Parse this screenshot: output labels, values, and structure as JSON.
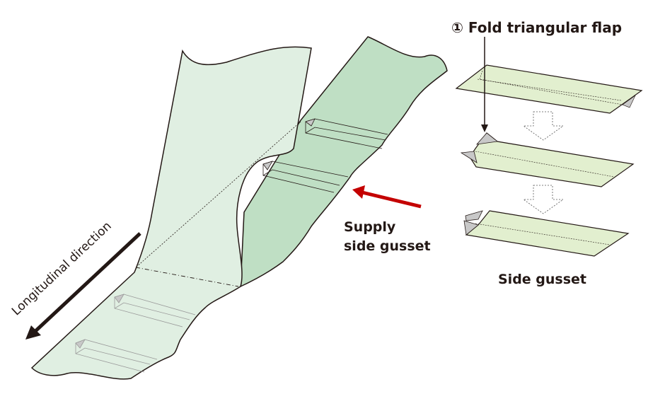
{
  "labels": {
    "fold_step": "① Fold triangular flap",
    "supply_line1": "Supply",
    "supply_line2": "side gusset",
    "side_gusset": "Side gusset",
    "longitudinal": "Longitudinal direction"
  },
  "colors": {
    "film_light": "#e0efe2",
    "film_dark": "#bfdfc4",
    "gusset": "#e2efcf",
    "flap": "#c8c8c8",
    "supply_arrow": "#c40000",
    "outline": "#231815"
  }
}
